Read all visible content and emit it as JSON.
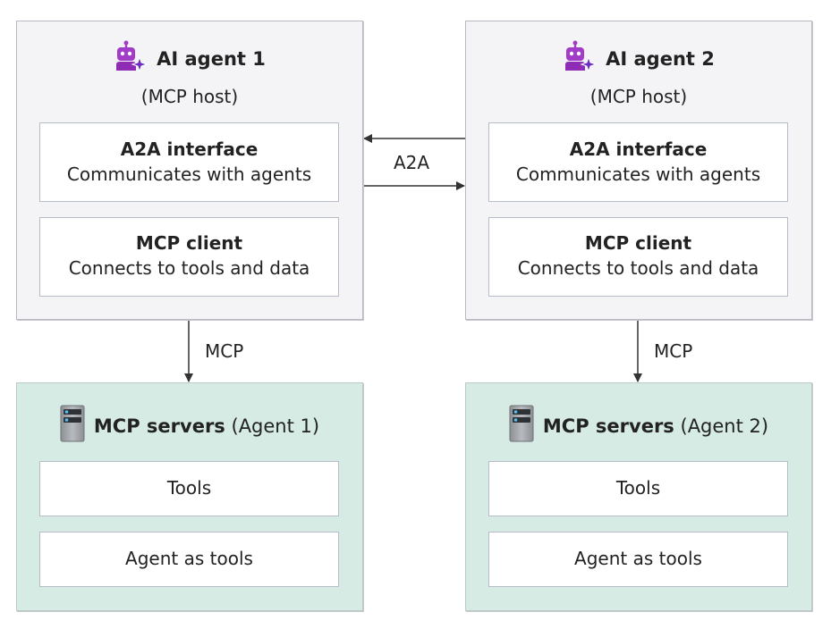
{
  "agents": [
    {
      "title": "AI agent 1",
      "host": "(MCP host)",
      "a2a": {
        "title": "A2A interface",
        "desc": "Communicates with agents"
      },
      "mcp": {
        "title": "MCP client",
        "desc": "Connects to tools and data"
      }
    },
    {
      "title": "AI agent 2",
      "host": "(MCP host)",
      "a2a": {
        "title": "A2A interface",
        "desc": "Communicates with agents"
      },
      "mcp": {
        "title": "MCP client",
        "desc": "Connects to tools and data"
      }
    }
  ],
  "connections": {
    "a2a_label": "A2A",
    "mcp_label_1": "MCP",
    "mcp_label_2": "MCP"
  },
  "servers": [
    {
      "title_bold": "MCP servers",
      "title_rest": "(Agent 1)",
      "items": [
        "Tools",
        "Agent as tools"
      ]
    },
    {
      "title_bold": "MCP servers",
      "title_rest": "(Agent 2)",
      "items": [
        "Tools",
        "Agent as tools"
      ]
    }
  ],
  "icons": {
    "agent": "robot-sparkle-icon",
    "server": "server-icon"
  },
  "colors": {
    "agent_bg": "#f4f4f6",
    "server_bg": "#d5ebe4",
    "robot": "#a23cc8",
    "arrow": "#333333"
  }
}
